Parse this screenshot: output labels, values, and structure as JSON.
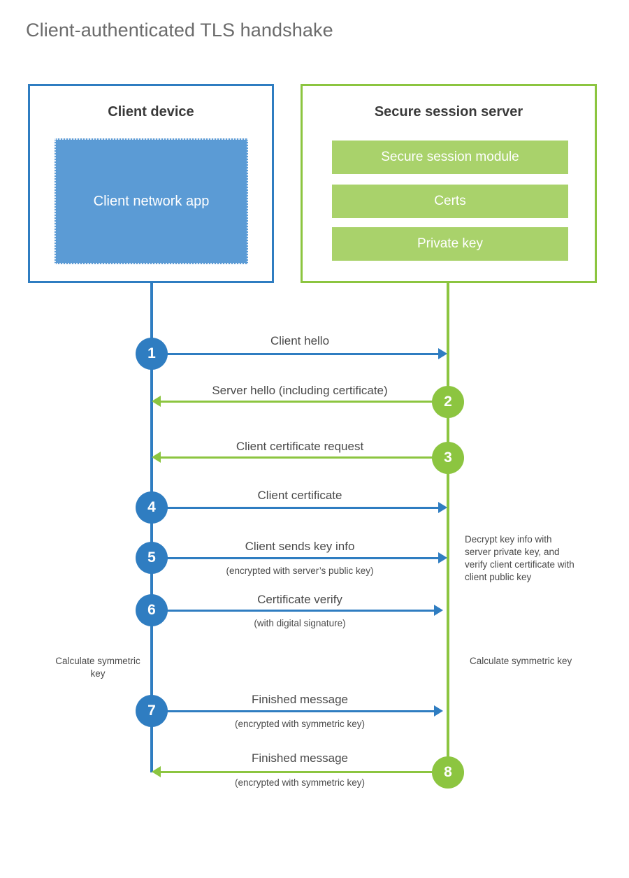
{
  "title": "Client-authenticated TLS handshake",
  "colors": {
    "client_blue": "#2f7dc1",
    "client_app_fill": "#5b9bd5",
    "server_green": "#8cc540",
    "server_bar_fill": "#a9d26b",
    "text_gray": "#4a4a4a",
    "title_gray": "#6b6b6b"
  },
  "entities": {
    "client": {
      "title": "Client device",
      "app_label": "Client network app"
    },
    "server": {
      "title": "Secure session server",
      "components": [
        "Secure session module",
        "Certs",
        "Private key"
      ]
    }
  },
  "steps": [
    {
      "number": "1",
      "label": "Client hello",
      "sublabel": "",
      "direction": "client-to-server",
      "color": "client_blue"
    },
    {
      "number": "2",
      "label": "Server hello (including certificate)",
      "sublabel": "",
      "direction": "server-to-client",
      "color": "server_green"
    },
    {
      "number": "3",
      "label": "Client certificate request",
      "sublabel": "",
      "direction": "server-to-client",
      "color": "server_green"
    },
    {
      "number": "4",
      "label": "Client certificate",
      "sublabel": "",
      "direction": "client-to-server",
      "color": "client_blue"
    },
    {
      "number": "5",
      "label": "Client sends key info",
      "sublabel": "(encrypted with server’s public key)",
      "direction": "client-to-server",
      "color": "client_blue"
    },
    {
      "number": "6",
      "label": "Certificate verify",
      "sublabel": "(with digital signature)",
      "direction": "client-to-server",
      "color": "client_blue"
    },
    {
      "number": "7",
      "label": "Finished message",
      "sublabel": "(encrypted with symmetric key)",
      "direction": "client-to-server",
      "color": "client_blue"
    },
    {
      "number": "8",
      "label": "Finished message",
      "sublabel": "(encrypted with symmetric key)",
      "direction": "server-to-client",
      "color": "server_green"
    }
  ],
  "notes": {
    "server_decrypt": "Decrypt key info with server private key, and verify client certificate with client public key",
    "client_calculate": "Calculate symmetric key",
    "server_calculate": "Calculate symmetric key"
  }
}
